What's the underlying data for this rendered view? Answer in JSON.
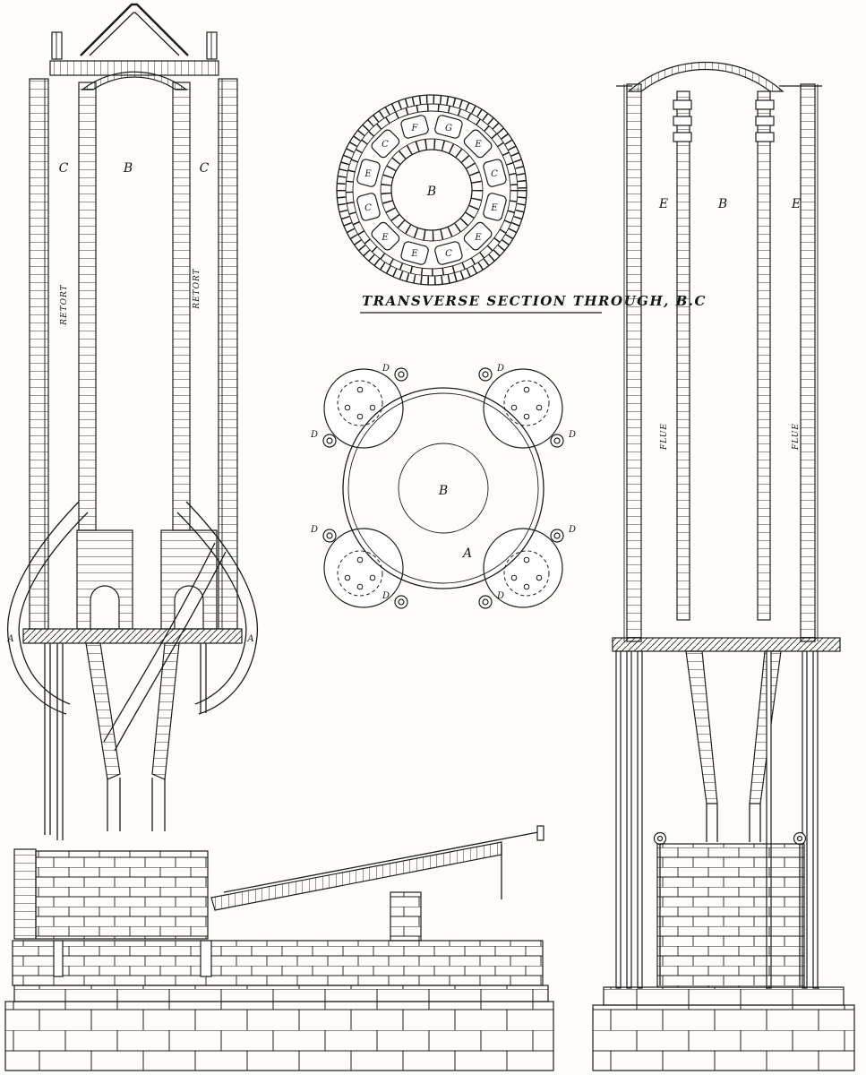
{
  "colors": {
    "ink": "#1c1c1c",
    "paper": "#fffdfa"
  },
  "left_section": {
    "label_flue_left": "C",
    "label_chamber": "B",
    "label_flue_right": "C",
    "retort_left": "RETORT",
    "retort_right": "RETORT",
    "floor_label_left": "A",
    "floor_label_right": "A"
  },
  "transverse_section": {
    "center_label": "B",
    "segment_labels": [
      "E",
      "C",
      "F",
      "G",
      "E",
      "C",
      "E",
      "E",
      "C",
      "E",
      "E",
      "C"
    ],
    "caption": "TRANSVERSE SECTION THROUGH, B.C"
  },
  "plan_section": {
    "center_label": "B",
    "body_label": "A",
    "bolt_labels": [
      "D",
      "D",
      "D",
      "D",
      "D",
      "D",
      "D",
      "D"
    ]
  },
  "right_section": {
    "label_flue_left": "E",
    "label_chamber": "B",
    "label_flue_right": "E",
    "flue_left": "FLUE",
    "flue_right": "FLUE"
  }
}
